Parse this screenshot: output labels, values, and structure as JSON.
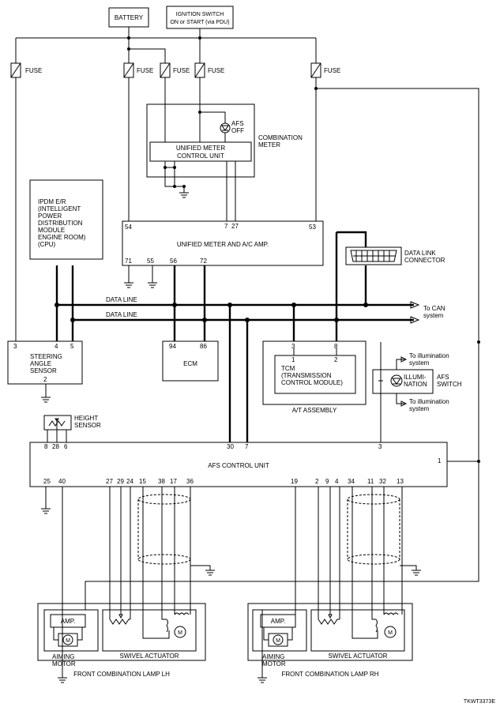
{
  "labels": {
    "battery": "BATTERY",
    "ign1": "IGNITION SWITCH",
    "ign2": "ON or START (via PDU)",
    "fuse": "FUSE",
    "afs_off1": "AFS",
    "afs_off2": "OFF",
    "comb_meter1": "COMBINATION",
    "comb_meter2": "METER",
    "umcu1": "UNIFIED METER",
    "umcu2": "CONTROL UNIT",
    "ipdm": [
      "IPDM E/R",
      "(INTELLIGENT",
      "POWER",
      "DISTRIBUTION",
      "MODULE",
      "ENGINE ROOM)",
      "(CPU)"
    ],
    "umac": "UNIFIED METER AND A/C AMP.",
    "dlc1": "DATA LINK",
    "dlc2": "CONNECTOR",
    "data_line": "DATA LINE",
    "to_can1": "To CAN",
    "to_can2": "system",
    "sas": [
      "STEERING",
      "ANGLE",
      "SENSOR"
    ],
    "ecm": "ECM",
    "tcm": [
      "TCM",
      "(TRANSMISSION",
      "CONTROL MODULE)"
    ],
    "at_assembly": "A/T ASSEMBLY",
    "to_illum1": "To illumination",
    "to_illum2": "system",
    "illum1": "ILLUMI-",
    "illum2": "NATION",
    "afs_switch1": "AFS",
    "afs_switch2": "SWITCH",
    "height1": "HEIGHT",
    "height2": "SENSOR",
    "afs_cu": "AFS CONTROL UNIT",
    "amp": "AMP.",
    "aiming1": "AIMING",
    "aiming2": "MOTOR",
    "swivel": "SWIVEL ACTUATOR",
    "lamp_lh": "FRONT COMBINATION LAMP LH",
    "lamp_rh": "FRONT COMBINATION LAMP RH",
    "motor": "M",
    "code": "TKWT3373E"
  },
  "pins": {
    "meter_7": "7",
    "meter_27": "27",
    "umac_54": "54",
    "umac_53": "53",
    "umac_71": "71",
    "umac_55": "55",
    "umac_56": "56",
    "umac_72": "72",
    "sas_3": "3",
    "sas_4": "4",
    "sas_5": "5",
    "sas_2": "2",
    "ecm_94": "94",
    "ecm_86": "86",
    "tcm_3": "3",
    "tcm_8": "8",
    "tcm_1": "1",
    "tcm_2": "2",
    "hs_8": "8",
    "hs_28": "28",
    "hs_6": "6",
    "afs_30": "30",
    "afs_7": "7",
    "afs_3": "3",
    "afs_1": "1",
    "afs_bottom": [
      "25",
      "40",
      "27",
      "29",
      "24",
      "15",
      "38",
      "17",
      "36",
      "19",
      "2",
      "9",
      "4",
      "34",
      "11",
      "32",
      "13"
    ]
  }
}
